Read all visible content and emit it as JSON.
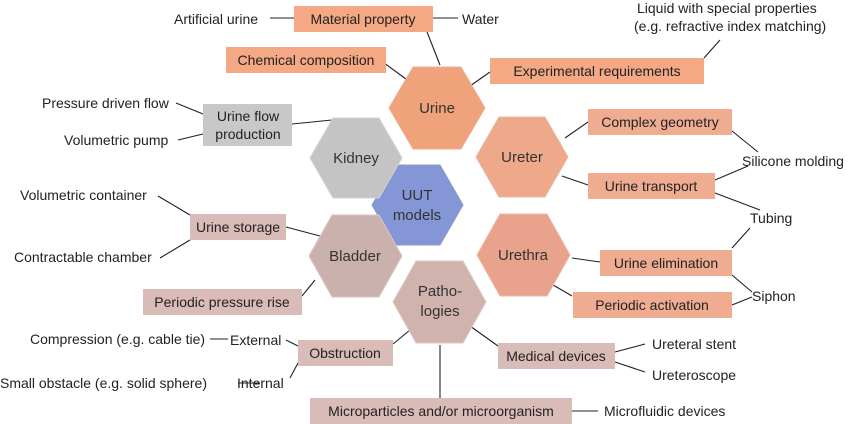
{
  "center": {
    "line1": "UUT",
    "line2": "models"
  },
  "hexes": {
    "urine": "Urine",
    "ureter": "Ureter",
    "urethra": "Urethra",
    "patho_line1": "Patho-",
    "patho_line2": "logies",
    "bladder": "Bladder",
    "kidney": "Kidney"
  },
  "boxes": {
    "material_property": "Material property",
    "chemical_composition": "Chemical composition",
    "experimental_requirements": "Experimental requirements",
    "urine_flow_line1": "Urine flow",
    "urine_flow_line2": "production",
    "complex_geometry": "Complex geometry",
    "urine_transport": "Urine transport",
    "urine_elimination": "Urine elimination",
    "periodic_activation": "Periodic activation",
    "urine_storage": "Urine storage",
    "periodic_pressure_rise": "Periodic pressure rise",
    "obstruction": "Obstruction",
    "medical_devices": "Medical devices",
    "microparticles": "Microparticles and/or microorganism"
  },
  "labels": {
    "artificial_urine": "Artificial urine",
    "water": "Water",
    "liquid_special_line1": "Liquid with special properties",
    "liquid_special_line2": "(e.g. refractive index matching)",
    "pressure_driven_flow": "Pressure driven flow",
    "volumetric_pump": "Volumetric pump",
    "silicone_molding": "Silicone molding",
    "tubing": "Tubing",
    "siphon": "Siphon",
    "volumetric_container": "Volumetric container",
    "contractable_chamber": "Contractable chamber",
    "compression": "Compression (e.g. cable tie)",
    "external": "External",
    "small_obstacle": "Small obstacle (e.g. solid sphere)",
    "internal": "Internal",
    "ureteral_stent": "Ureteral stent",
    "ureteroscope": "Ureteroscope",
    "microfluidic_devices": "Microfluidic devices"
  },
  "colors": {
    "center_fill": "#8496d6",
    "urine_fill": "#f0a27a",
    "ureter_fill": "#eea98b",
    "urethra_fill": "#e9a38c",
    "kidney_fill": "#c4c4c4",
    "bladder_fill": "#cbb1ad",
    "patho_fill": "#d1b3ad",
    "box_orange": "#f4a883",
    "box_salmon": "#efac91",
    "box_gray": "#c8c8c8",
    "box_mauve": "#d9bcb7"
  }
}
